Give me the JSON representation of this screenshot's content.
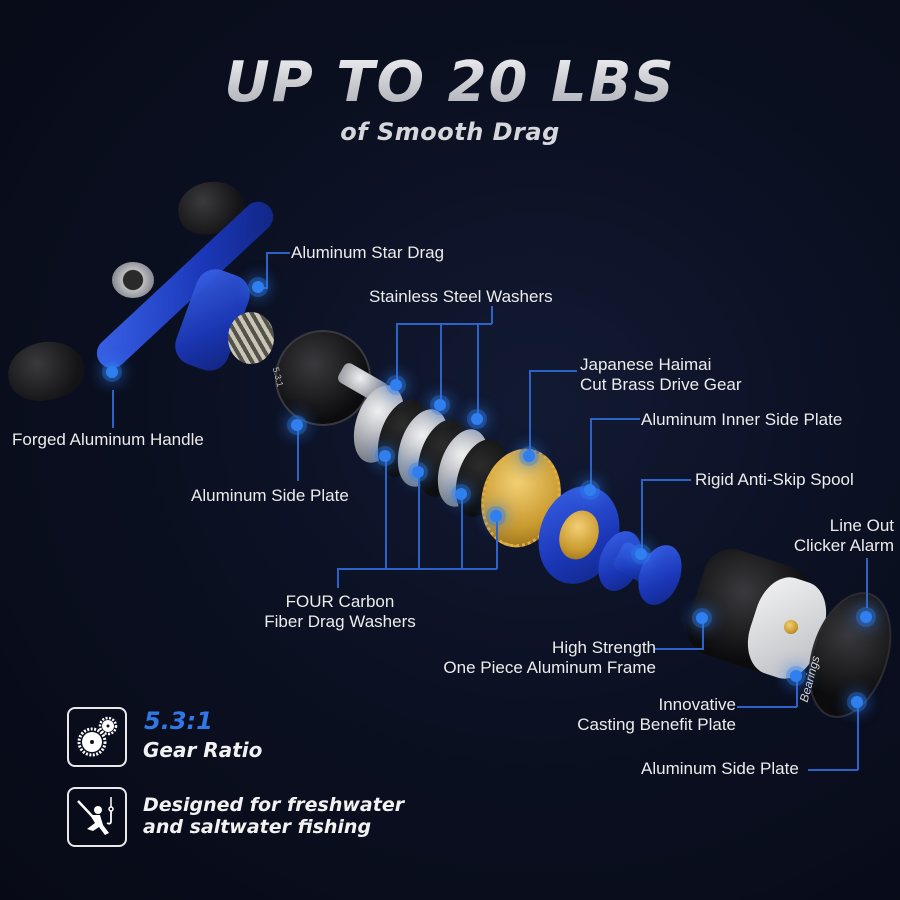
{
  "headline": {
    "title": "UP TO 20 LBS",
    "subtitle": "of Smooth Drag"
  },
  "callouts": [
    {
      "id": "star-drag",
      "lines": [
        "Aluminum Star Drag"
      ]
    },
    {
      "id": "stainless-washers",
      "lines": [
        "Stainless Steel Washers"
      ]
    },
    {
      "id": "drive-gear",
      "lines": [
        "Japanese Haimai",
        "Cut Brass Drive Gear"
      ]
    },
    {
      "id": "inner-side-plate",
      "lines": [
        "Aluminum Inner Side Plate"
      ]
    },
    {
      "id": "handle",
      "lines": [
        "Forged Aluminum Handle"
      ]
    },
    {
      "id": "anti-skip-spool",
      "lines": [
        "Rigid Anti-Skip Spool"
      ]
    },
    {
      "id": "side-plate-left",
      "lines": [
        "Aluminum Side Plate"
      ]
    },
    {
      "id": "clicker-alarm",
      "lines": [
        "Line Out",
        "Clicker Alarm"
      ]
    },
    {
      "id": "carbon-washers",
      "lines": [
        "FOUR Carbon",
        "Fiber Drag Washers"
      ]
    },
    {
      "id": "frame",
      "lines": [
        "High Strength",
        "One Piece Aluminum Frame"
      ]
    },
    {
      "id": "casting-plate",
      "lines": [
        "Innovative",
        "Casting Benefit Plate"
      ]
    },
    {
      "id": "side-plate-right",
      "lines": [
        "Aluminum Side Plate"
      ]
    }
  ],
  "features": [
    {
      "icon": "gears-icon",
      "highlight": "5.3:1",
      "text": "Gear Ratio"
    },
    {
      "icon": "fisherman-icon",
      "line1": "Designed for freshwater",
      "line2": "and saltwater fishing"
    }
  ],
  "product_marks": {
    "side_plate_ratio": "5.3:1",
    "bearing_text": "Bearings"
  },
  "colors": {
    "background": "#0b1022",
    "accent_blue": "#2f7ff0",
    "callout_line": "#2c63c9",
    "gear_ratio_text": "#2f78e6"
  }
}
